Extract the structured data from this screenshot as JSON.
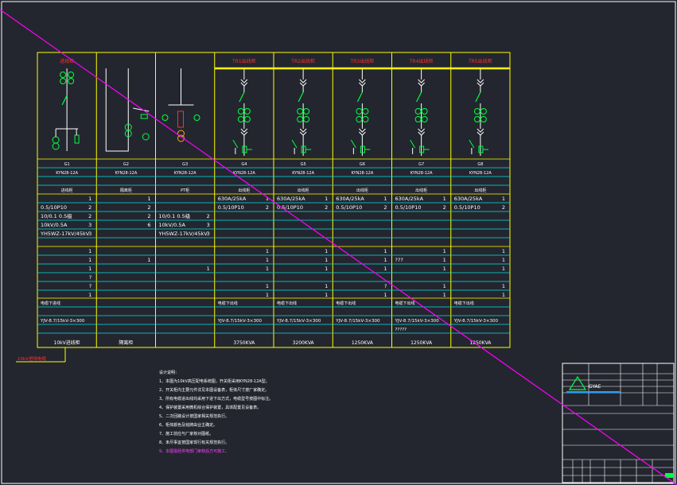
{
  "colors": {
    "background": "#23262f",
    "frame": "#ffffff",
    "grid": "#ffff00",
    "cyan": "#00e5e5",
    "green": "#00ff40",
    "red": "#ff3030",
    "magenta": "#ff00ff",
    "busbar": "#ffff00"
  },
  "panels": [
    {
      "header": "进线柜",
      "code": "G1",
      "model": "KYN28-12A",
      "scheme": "",
      "name": "进线柜",
      "rows": [
        [
          "",
          "1"
        ],
        [
          "0.5/10P10",
          "2"
        ],
        [
          "10/0.1  0.5级",
          "2"
        ],
        [
          "10kV/0.5A",
          "3"
        ],
        [
          "YH5WZ-17kV/45kV",
          "3"
        ],
        [
          "",
          "1"
        ],
        [
          "",
          "1"
        ],
        [
          "",
          "1"
        ],
        [
          "",
          "?"
        ],
        [
          "",
          "?"
        ],
        [
          "",
          "1"
        ]
      ],
      "f1": "电缆下进线",
      "f2": "",
      "f3": "YJV-8.7/15kV-3×300",
      "f4": "",
      "note": "10kV进线柜"
    },
    {
      "header": "",
      "code": "G2",
      "model": "KYN28-12A",
      "scheme": "",
      "name": "隔离柜",
      "rows": [
        [
          "",
          "1"
        ],
        [
          "",
          "2"
        ],
        [
          "",
          "2"
        ],
        [
          "",
          "6"
        ],
        [
          "",
          ""
        ],
        [
          "",
          ""
        ],
        [
          "",
          "1"
        ],
        [
          "",
          ""
        ],
        [
          "",
          ""
        ],
        [
          "",
          ""
        ],
        [
          "",
          ""
        ]
      ],
      "f1": "",
      "f2": "",
      "f3": "",
      "f4": "",
      "note": "隔离柜"
    },
    {
      "header": "",
      "code": "G3",
      "model": "KYN28-12A",
      "scheme": "",
      "name": "PT柜",
      "rows": [
        [
          "",
          ""
        ],
        [
          "",
          ""
        ],
        [
          "10/0.1  0.5级",
          "2"
        ],
        [
          "10kV/0.5A",
          "3"
        ],
        [
          "YH5WZ-17kV/45kV",
          "3"
        ],
        [
          "",
          ""
        ],
        [
          "",
          ""
        ],
        [
          "",
          "1"
        ],
        [
          "",
          ""
        ],
        [
          "",
          ""
        ],
        [
          "",
          ""
        ]
      ],
      "f1": "",
      "f2": "",
      "f3": "",
      "f4": "",
      "note": ""
    },
    {
      "header": "TR1出线柜",
      "code": "G4",
      "model": "KYN28-12A",
      "scheme": "",
      "name": "出线柜",
      "rows": [
        [
          "630A/25kA",
          "1"
        ],
        [
          "0.5/10P10",
          "2"
        ],
        [
          "",
          ""
        ],
        [
          "",
          ""
        ],
        [
          "",
          ""
        ],
        [
          "",
          "1"
        ],
        [
          "",
          "1"
        ],
        [
          "",
          "1"
        ],
        [
          "",
          ""
        ],
        [
          "",
          "1"
        ],
        [
          "",
          "1"
        ]
      ],
      "f1": "电缆下出线",
      "f2": "",
      "f3": "YJV-8.7/15kV-3×300",
      "f4": "",
      "note": "3750KVA"
    },
    {
      "header": "TR2出线柜",
      "code": "G5",
      "model": "KYN28-12A",
      "scheme": "",
      "name": "出线柜",
      "rows": [
        [
          "630A/25kA",
          "1"
        ],
        [
          "0.5/10P10",
          "2"
        ],
        [
          "",
          ""
        ],
        [
          "",
          ""
        ],
        [
          "",
          ""
        ],
        [
          "",
          "1"
        ],
        [
          "",
          "1"
        ],
        [
          "",
          "1"
        ],
        [
          "",
          ""
        ],
        [
          "",
          "1"
        ],
        [
          "",
          "1"
        ]
      ],
      "f1": "电缆下出线",
      "f2": "",
      "f3": "YJV-8.7/15kV-3×300",
      "f4": "",
      "note": "3200KVA"
    },
    {
      "header": "TR3出线柜",
      "code": "G6",
      "model": "KYN28-12A",
      "scheme": "",
      "name": "出线柜",
      "rows": [
        [
          "630A/25kA",
          "1"
        ],
        [
          "0.5/10P10",
          "2"
        ],
        [
          "",
          ""
        ],
        [
          "",
          ""
        ],
        [
          "",
          ""
        ],
        [
          "",
          "1"
        ],
        [
          "",
          "1"
        ],
        [
          "",
          "1"
        ],
        [
          "",
          ""
        ],
        [
          "",
          "?"
        ],
        [
          "",
          "1"
        ]
      ],
      "f1": "电缆下出线",
      "f2": "",
      "f3": "YJV-8.7/15kV-3×300",
      "f4": "",
      "note": "1250KVA"
    },
    {
      "header": "TR4出线柜",
      "code": "G7",
      "model": "KYN28-12A",
      "scheme": "",
      "name": "出线柜",
      "rows": [
        [
          "630A/25kA",
          "1"
        ],
        [
          "0.5/10P10",
          "2"
        ],
        [
          "",
          ""
        ],
        [
          "",
          ""
        ],
        [
          "",
          ""
        ],
        [
          "",
          "1"
        ],
        [
          "???",
          "1"
        ],
        [
          "",
          "1"
        ],
        [
          "",
          ""
        ],
        [
          "",
          "1"
        ],
        [
          "",
          "1"
        ]
      ],
      "f1": "电缆下出线",
      "f2": "",
      "f3": "YJV-8.7/15kV-3×300",
      "f4": "?????",
      "note": "1250KVA"
    },
    {
      "header": "TR5出线柜",
      "code": "G8",
      "model": "KYN28-12A",
      "scheme": "",
      "name": "出线柜",
      "rows": [
        [
          "630A/25kA",
          "1"
        ],
        [
          "0.5/10P10",
          "2"
        ],
        [
          "",
          ""
        ],
        [
          "",
          ""
        ],
        [
          "",
          ""
        ],
        [
          "",
          "1"
        ],
        [
          "",
          "1"
        ],
        [
          "",
          "1"
        ],
        [
          "",
          ""
        ],
        [
          "",
          "1"
        ],
        [
          "",
          "1"
        ]
      ],
      "f1": "电缆下出线",
      "f2": "",
      "f3": "YJV-8.7/15kV-3×300",
      "f4": "",
      "note": "1250KVA"
    }
  ],
  "left_label": "10kV进线电缆",
  "notes": [
    "设计说明：",
    "1、本图为10kV高压配电系统图，开关柜采用KYN28-12A型。",
    "2、开关柜内主要元件详见本图设备表，柜体尺寸按厂家确定。",
    "3、所有电缆进出线均采用下进下出方式，电缆型号按图中标注。",
    "4、保护装置采用微机综合保护装置，具体配置见设备表。",
    "5、二次回路设计按国家相关规范执行。",
    "6、柜体颜色及铭牌由业主确定。",
    "7、施工前应与厂家核对图纸。",
    "8、未尽事宜按国家现行有关规范执行。",
    "9、本图需经供电部门审核后方可施工。"
  ],
  "title_block": {
    "company": "GYAE"
  }
}
